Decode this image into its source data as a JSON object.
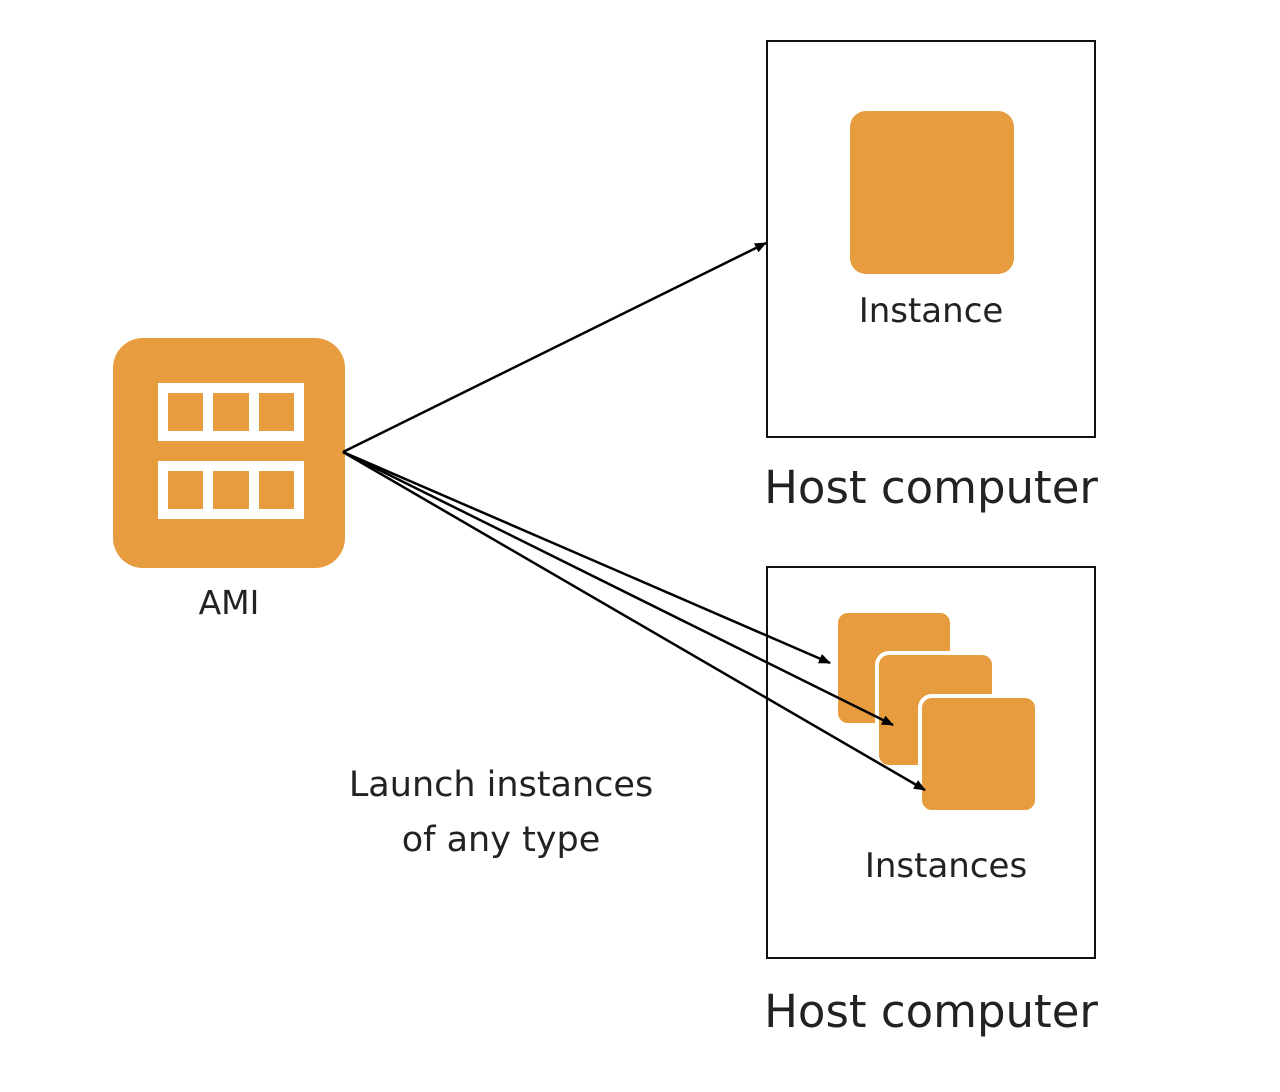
{
  "ami": {
    "label": "AMI",
    "icon": "ami-grid-icon"
  },
  "launch_label": {
    "line1": "Launch instances",
    "line2": "of any type"
  },
  "hosts": [
    {
      "caption": "Host computer",
      "content_label": "Instance",
      "instance_count": 1
    },
    {
      "caption": "Host computer",
      "content_label": "Instances",
      "instance_count": 3
    }
  ],
  "colors": {
    "accent": "#E89C40",
    "line": "#000000",
    "border": "#111111",
    "text": "#222222"
  }
}
